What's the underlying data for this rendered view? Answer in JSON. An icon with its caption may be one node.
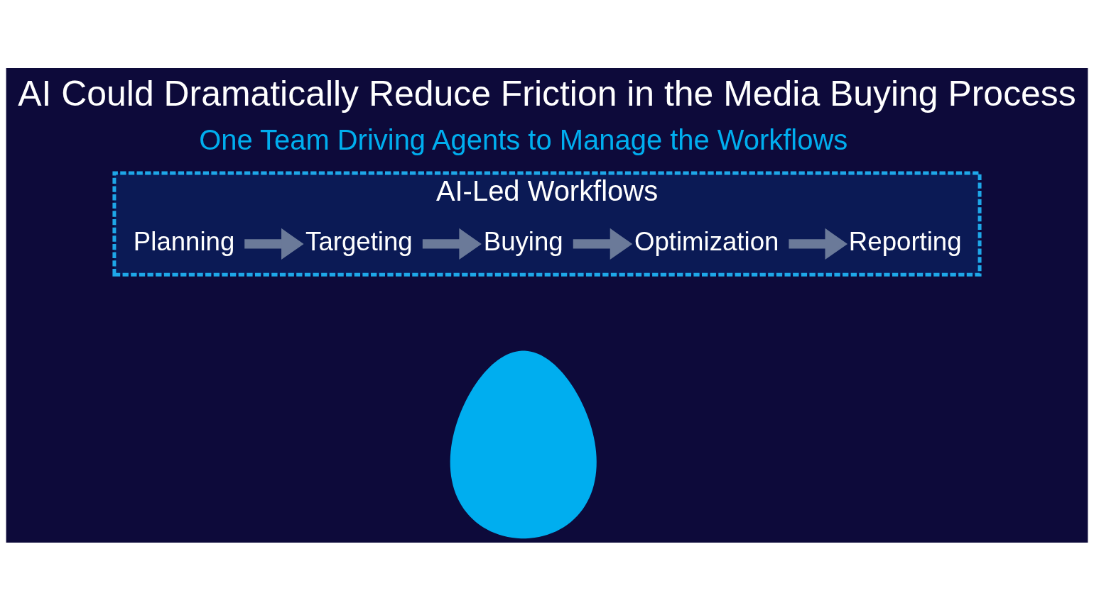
{
  "diagram": {
    "title": "AI Could Dramatically Reduce Friction in the Media Buying Process",
    "nodes": [
      {
        "text": [
          "AI-Led Workflows"
        ]
      },
      {
        "text": [
          "Planning"
        ],
        "in": 0
      },
      {
        "text": [
          "Targeting"
        ],
        "in": 0
      },
      {
        "text": [
          "Buying"
        ],
        "in": 0
      },
      {
        "text": [
          "Optimization"
        ],
        "in": 0
      },
      {
        "text": [
          "Reporting"
        ],
        "in": 0
      },
      {
        "text": [],
        "shape": "person"
      }
    ],
    "edges": [
      {
        "from": 1,
        "to": 2,
        "arrow": "to"
      },
      {
        "from": 2,
        "to": 3,
        "arrow": "to"
      },
      {
        "from": 3,
        "to": 4,
        "arrow": "to"
      },
      {
        "from": 4,
        "to": 5,
        "arrow": "to"
      }
    ],
    "labels": [
      "One Team Driving Agents to Manage the Workflows"
    ]
  }
}
